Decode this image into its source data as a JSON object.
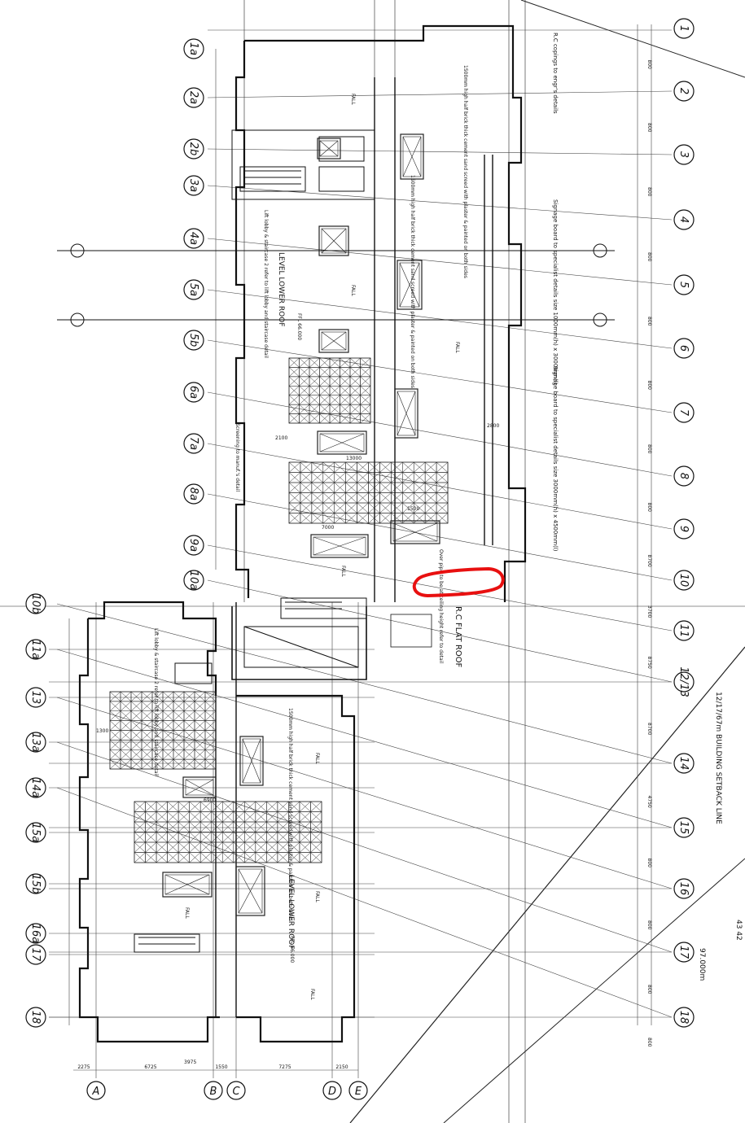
{
  "plan": {
    "right_grid": [
      "1",
      "2",
      "3",
      "4",
      "5",
      "6",
      "7",
      "8",
      "9",
      "10",
      "11",
      "12/13",
      "14",
      "15",
      "16",
      "17",
      "18"
    ],
    "left_grid_upper": [
      "1a",
      "2a",
      "2b",
      "3a",
      "4a",
      "5a",
      "5b",
      "6a",
      "7a",
      "8a",
      "9a",
      "10a"
    ],
    "left_grid_lower": [
      "10b",
      "11a",
      "13",
      "13a",
      "14a",
      "15a",
      "15b",
      "16a",
      "17",
      "18"
    ],
    "bottom_grid": [
      "A",
      "B",
      "C",
      "D",
      "E"
    ],
    "dims_bottom": [
      "2275",
      "6725",
      "1550",
      "7275",
      "2150"
    ],
    "dims_top": [
      "3975"
    ],
    "dims_right": [
      "800",
      "800",
      "800",
      "800",
      "800",
      "800",
      "800",
      "800",
      "8700",
      "3700",
      "8750",
      "8700",
      "4750",
      "800",
      "800",
      "800",
      "800"
    ],
    "labels": {
      "rc_flat_roof": "R.C FLAT ROOF",
      "lower_roof_upper": "LEVEL LOWER ROOF",
      "lower_roof_lower": "LEVEL LOWER ROOF",
      "setback_line": "12/17/67m BUILDING SETBACK LINE",
      "setback_dim": "97.000m",
      "corner_nums": "43  42",
      "rc_copings": "R.C copings to engr's details",
      "parapet_note": "1500mm high half brick thick cement sand screed with plaster & painted on both sides",
      "parapet_note_2": "1500mm high half brick thick cement sand screed with plaster & painted on both sides",
      "parapet_note_3": "1500mm high half brick thick cement sand screed with plaster & painted on both sides",
      "signage_1": "Signage board to specialist details size 1000mm(h) x 3000mm(l)",
      "signage_2": "Signage board to specialist details size 3000mm(h) x 4500mm(l)",
      "lift_note_upper": "Lift lobby & staircase 2 refer to lift lobby and staircase detail",
      "lift_note_lower": "Lift lobby & staircase 2 refer to lift lobby and staircase detail",
      "screening": "Screening to manuf.'s detail",
      "pipe_note": "Over pipe to be at ceiling height refer to detail",
      "fall": "FALL",
      "ffl": "FFL 66.000",
      "dims_inner": [
        "13000",
        "7000",
        "2100",
        "6900",
        "1300",
        "1500",
        "2800"
      ]
    }
  }
}
